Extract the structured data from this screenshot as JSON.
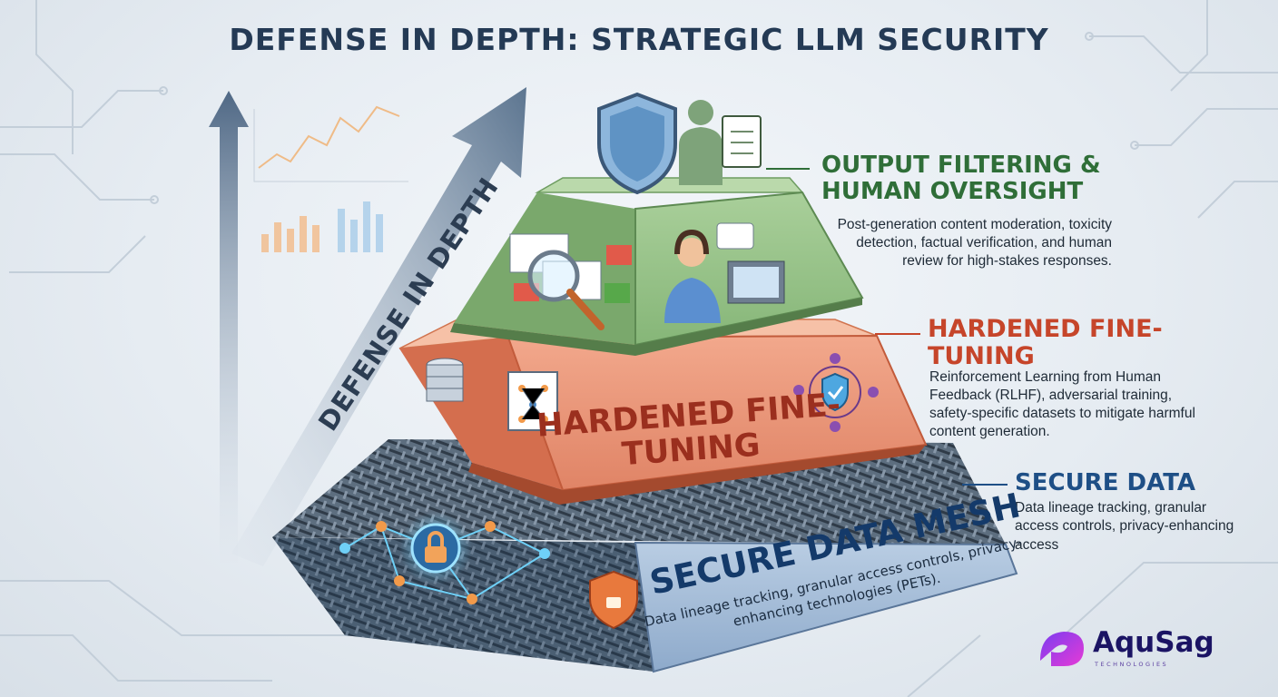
{
  "title": "DEFENSE IN DEPTH: STRATEGIC LLM SECURITY",
  "axis_label": "DEFENSE IN DEPTH",
  "layers": {
    "top": {
      "heading": "OUTPUT FILTERING & HUMAN OVERSIGHT",
      "description": "Post-generation content moderation, toxicity detection, factual verification, and human review for high-stakes responses.",
      "color": "#2f6e38"
    },
    "middle": {
      "heading": "HARDENED FINE-TUNING",
      "tier_label": "HARDENED FINE-TUNING",
      "description": "Reinforcement Learning from Human Feedback (RLHF), adversarial training, safety-specific datasets to mitigate harmful content generation.",
      "color": "#c6452a"
    },
    "bottom": {
      "heading": "SECURE DATA",
      "tier_label": "SECURE DATA MESH",
      "tier_description": "Data lineage tracking, granular access controls, privacy-enhancing technologies (PETs).",
      "description": "Data lineage tracking, granular access controls, privacy-enhancing access",
      "color": "#1e4f86"
    }
  },
  "logo": {
    "name": "AquSag",
    "tagline": "TECHNOLOGIES"
  },
  "icons": [
    "shield-icon",
    "person-clipboard-icon",
    "magnifier-icon",
    "agent-headset-icon",
    "database-icon",
    "neural-network-icon",
    "network-shield-icon",
    "padlock-icon"
  ]
}
